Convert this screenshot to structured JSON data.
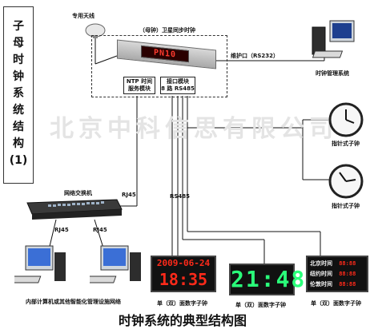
{
  "side_title": [
    "子",
    "母",
    "时",
    "钟",
    "系",
    "统",
    "结",
    "构",
    "(",
    "1",
    ")"
  ],
  "antenna": {
    "label": "专用天线",
    "icon": "gps-antenna-icon"
  },
  "master_clock": {
    "label": "（母钟）卫星同步时钟",
    "display": "PN10",
    "modules": [
      {
        "line1": "NTP 时间",
        "line2": "服务模块"
      },
      {
        "line1": "接口模块",
        "line2": "8 路 RS485"
      }
    ]
  },
  "maintenance_port": {
    "label": "维护口（RS232）"
  },
  "management_pc": {
    "label": "时钟管理系统",
    "icon": "desktop-computer-icon"
  },
  "analog_clocks": [
    {
      "label": "指针式子钟",
      "icon": "analog-clock-icon"
    },
    {
      "label": "指针式子钟",
      "icon": "analog-clock-icon"
    }
  ],
  "network_switch": {
    "label": "网络交换机",
    "icon": "network-switch-icon"
  },
  "links": {
    "rj45_switch": "RJ45",
    "rj45_left": "RJ45",
    "rj45_right": "RJ45",
    "rs485": "RS485"
  },
  "internal_network": {
    "label": "内部计算机或其他智能化管理设施网络",
    "icon": "desktop-computer-icon"
  },
  "digital_clocks": [
    {
      "label": "单（双）面数字子钟",
      "line1": "2009-06-24",
      "line2": "18:35",
      "colors": {
        "digits": "#ff2a1a"
      }
    },
    {
      "label": "单（双）面数字子钟",
      "digits": "21:48",
      "colors": {
        "digits": "#2aff7a"
      }
    },
    {
      "label": "单（双）面数字子钟",
      "rows": [
        "北京时间",
        "纽约时间",
        "伦敦时间"
      ],
      "colors": {
        "digits": "#ff2a1a"
      }
    }
  ],
  "caption": "时钟系统的典型结构图",
  "watermark": "北京中科信思有限公司"
}
